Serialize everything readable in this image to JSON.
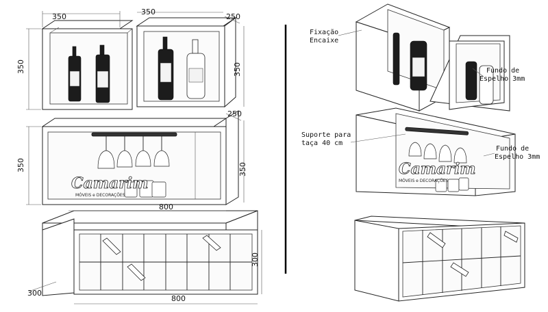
{
  "dimensions": {
    "top_left_width": "350",
    "top_right_width": "350",
    "top_right_depth": "250",
    "top_left_height": "350",
    "top_right_height": "350",
    "mid_depth": "250",
    "mid_left_height": "350",
    "mid_right_height": "350",
    "mid_width": "800",
    "bottom_height": "300",
    "bottom_depth": "300",
    "bottom_width": "800"
  },
  "annotations": {
    "fixacao_line1": "Fixação",
    "fixacao_line2": "Encaixe",
    "fundo_top_line1": "Fundo de",
    "fundo_top_line2": "Espelho 3mm",
    "suporte_line1": "Suporte para",
    "suporte_line2": "taça 40 cm",
    "fundo_mid_line1": "Fundo de",
    "fundo_mid_line2": "Espelho 3mm"
  },
  "watermark": {
    "brand": "Camarim",
    "tagline": "MÓVEIS e DECORAÇÕES"
  }
}
